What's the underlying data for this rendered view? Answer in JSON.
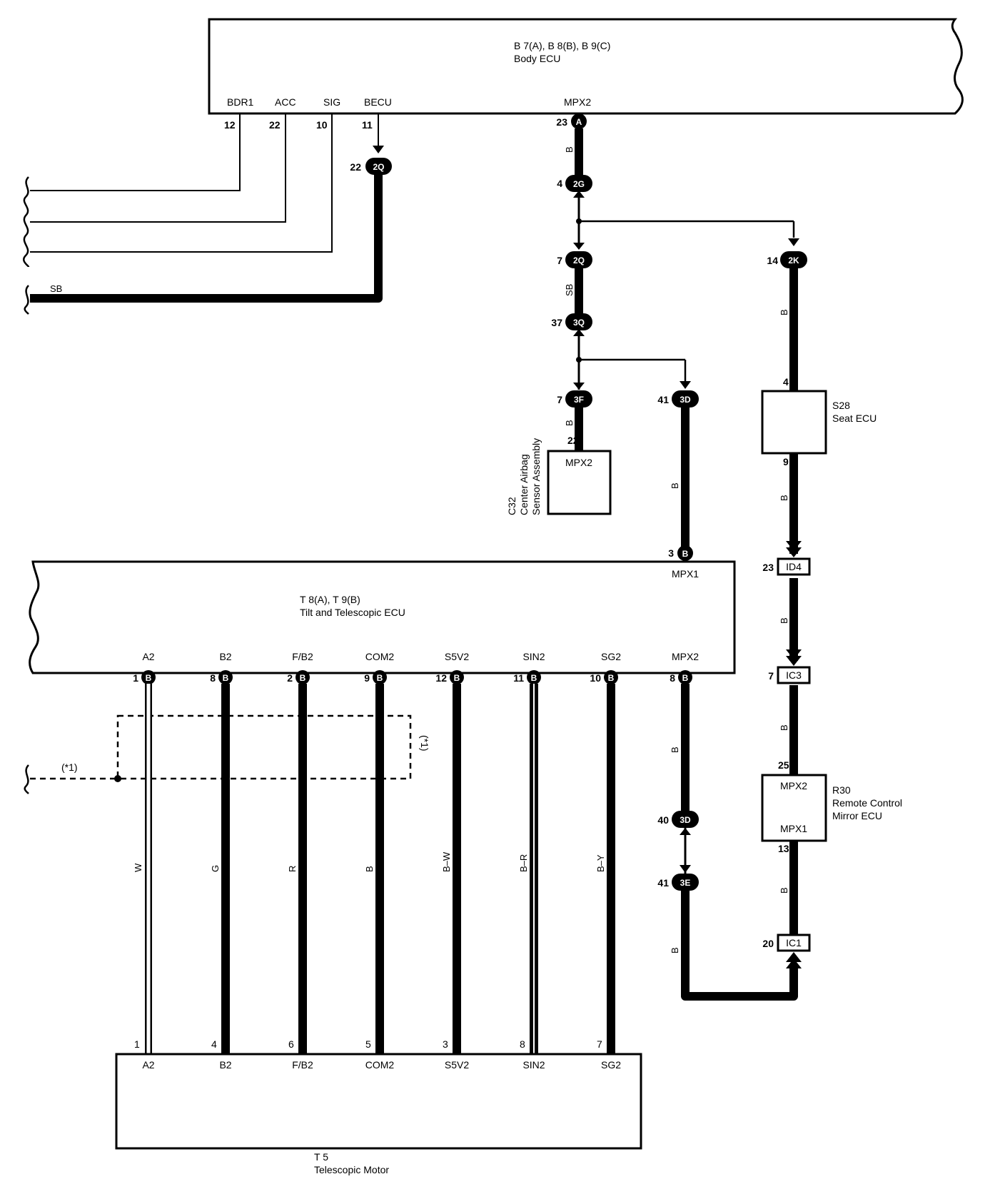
{
  "body_ecu": {
    "ref": "B 7(A), B 8(B), B 9(C)",
    "name": "Body ECU",
    "terminals": {
      "bdr1": "BDR1",
      "acc": "ACC",
      "sig": "SIG",
      "becu": "BECU",
      "mpx2": "MPX2"
    },
    "pins": {
      "bdr1": "12",
      "acc": "22",
      "sig": "10",
      "becu": "11",
      "mpx2": "23"
    }
  },
  "connectors": {
    "body_a": {
      "pin": "23",
      "id": "A"
    },
    "becu_2q": {
      "pin": "22",
      "id": "2Q"
    },
    "c_2g": {
      "pin": "4",
      "id": "2G"
    },
    "c_2q": {
      "pin": "7",
      "id": "2Q"
    },
    "c_2k": {
      "pin": "14",
      "id": "2K"
    },
    "c_3q": {
      "pin": "37",
      "id": "3Q"
    },
    "c_3f": {
      "pin": "7",
      "id": "3F"
    },
    "c_3d_top": {
      "pin": "41",
      "id": "3D"
    },
    "tilt_mpx1": {
      "pin": "3",
      "id": "B"
    },
    "c_id4": {
      "pin": "23",
      "id": "ID4"
    },
    "c_ic3": {
      "pin": "7",
      "id": "IC3"
    },
    "c_3d_bot": {
      "pin": "40",
      "id": "3D"
    },
    "c_3e": {
      "pin": "41",
      "id": "3E"
    },
    "c_ic1": {
      "pin": "20",
      "id": "IC1"
    }
  },
  "wire_colors": {
    "sb": "SB",
    "b": "B",
    "w": "W",
    "g": "G",
    "r": "R",
    "bw": "B–W",
    "br": "B–R",
    "by": "B–Y"
  },
  "airbag": {
    "ref": "C32",
    "line1": "Center Airbag",
    "line2": "Sensor Assembly",
    "terminal": "MPX2",
    "pin": "22"
  },
  "seat_ecu": {
    "ref": "S28",
    "name": "Seat ECU",
    "pin_top": "4",
    "pin_bottom": "9"
  },
  "mirror_ecu": {
    "ref": "R30",
    "line1": "Remote Control",
    "line2": "Mirror ECU",
    "t_top": "MPX2",
    "t_bot": "MPX1",
    "pin_top": "25",
    "pin_bot": "13"
  },
  "tilt_ecu": {
    "ref": "T 8(A), T 9(B)",
    "name": "Tilt and Telescopic ECU",
    "mpx1": "MPX1",
    "terminals": [
      "A2",
      "B2",
      "F/B2",
      "COM2",
      "S5V2",
      "SIN2",
      "SG2",
      "MPX2"
    ],
    "pins": [
      "1",
      "8",
      "2",
      "9",
      "12",
      "11",
      "10",
      "8"
    ],
    "connector": "B"
  },
  "shield_note": "(*1)",
  "motor": {
    "ref": "T 5",
    "name": "Telescopic Motor",
    "terminals": [
      "A2",
      "B2",
      "F/B2",
      "COM2",
      "S5V2",
      "SIN2",
      "SG2"
    ],
    "pins": [
      "1",
      "4",
      "6",
      "5",
      "3",
      "8",
      "7"
    ]
  },
  "colors": {
    "line": "#000000",
    "background": "#ffffff"
  }
}
